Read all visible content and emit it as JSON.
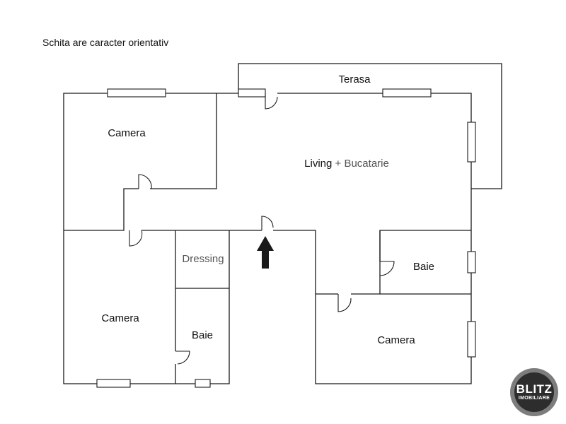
{
  "note": "Schita are caracter orientativ",
  "rooms": {
    "terasa": "Terasa",
    "camera_top_left": "Camera",
    "living": "Living",
    "living_plus": "+ Bucatarie",
    "dressing": "Dressing",
    "baie_right": "Baie",
    "camera_bottom_left": "Camera",
    "baie_bottom": "Baie",
    "camera_bottom_right": "Camera"
  },
  "logo": {
    "line1": "BLITZ",
    "line2": "IMOBILIARE"
  },
  "icons": {
    "entrance": "entrance-arrow-icon"
  }
}
